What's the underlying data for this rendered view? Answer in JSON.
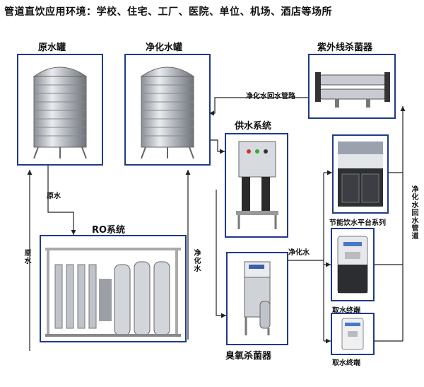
{
  "title": "管道直饮应用环境：学校、住宅、工厂、医院、单位、机场、酒店等场所",
  "components": {
    "raw_tank": "原水罐",
    "pure_tank": "净化水罐",
    "uv": "紫外线杀菌器",
    "supply": "供水系统",
    "ro": "RO系统",
    "ozone": "臭氧杀菌器",
    "platform": "节能饮水平台系列",
    "terminal1": "取水终端",
    "terminal2": "取水终端"
  },
  "flows": {
    "raw_water_left": "原水",
    "raw_water_mid": "原水",
    "pure_water_ro": "净化水",
    "pure_water_out": "净化水",
    "return_pipe": "净化水回水管路",
    "return_pipe_vertical": "净化水回水管道"
  }
}
